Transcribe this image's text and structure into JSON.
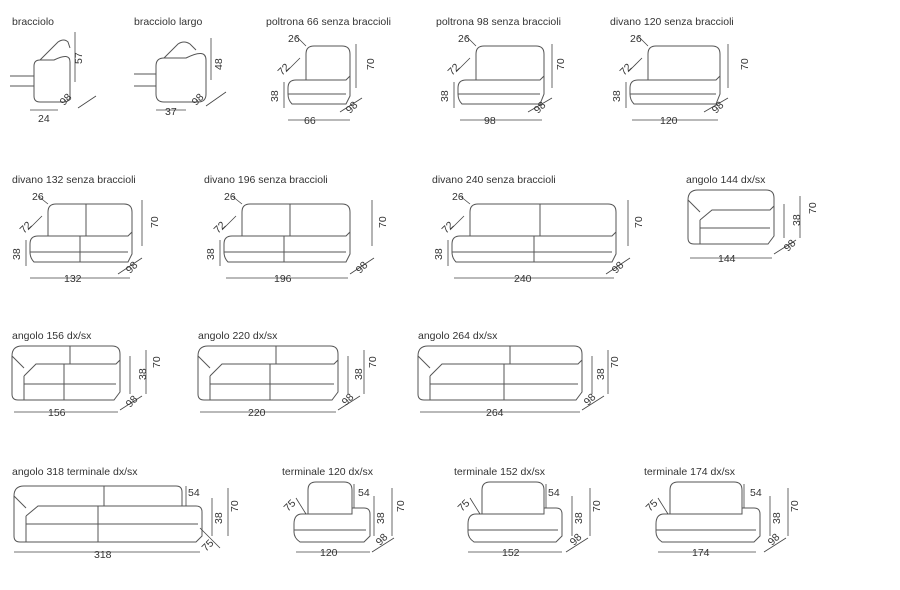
{
  "modules": [
    {
      "name": "bracciolo",
      "dims": {
        "h": "57",
        "d": "98",
        "w": "24"
      }
    },
    {
      "name": "bracciolo largo",
      "dims": {
        "h": "48",
        "d": "98",
        "w": "37"
      }
    },
    {
      "name": "poltrona 66 senza braccioli",
      "dims": {
        "back": "26",
        "depth": "72",
        "seat": "38",
        "h": "70",
        "d": "98",
        "w": "66"
      }
    },
    {
      "name": "poltrona 98 senza braccioli",
      "dims": {
        "back": "26",
        "depth": "72",
        "seat": "38",
        "h": "70",
        "d": "98",
        "w": "98"
      }
    },
    {
      "name": "divano 120 senza braccioli",
      "dims": {
        "back": "26",
        "depth": "72",
        "seat": "38",
        "h": "70",
        "d": "98",
        "w": "120"
      }
    },
    {
      "name": "divano 132 senza braccioli",
      "dims": {
        "back": "26",
        "depth": "72",
        "seat": "38",
        "h": "70",
        "d": "98",
        "w": "132"
      }
    },
    {
      "name": "divano 196 senza braccioli",
      "dims": {
        "back": "26",
        "depth": "72",
        "seat": "38",
        "h": "70",
        "d": "98",
        "w": "196"
      }
    },
    {
      "name": "divano 240 senza braccioli",
      "dims": {
        "back": "26",
        "depth": "72",
        "seat": "38",
        "h": "70",
        "d": "98",
        "w": "240"
      }
    },
    {
      "name": "angolo 144 dx/sx",
      "dims": {
        "seat": "38",
        "h": "70",
        "d": "98",
        "w": "144"
      }
    },
    {
      "name": "angolo 156 dx/sx",
      "dims": {
        "seat": "38",
        "h": "70",
        "d": "98",
        "w": "156"
      }
    },
    {
      "name": "angolo 220 dx/sx",
      "dims": {
        "seat": "38",
        "h": "70",
        "d": "98",
        "w": "220"
      }
    },
    {
      "name": "angolo 264 dx/sx",
      "dims": {
        "seat": "38",
        "h": "70",
        "d": "98",
        "w": "264"
      }
    },
    {
      "name": "angolo 318 terminale dx/sx",
      "dims": {
        "arm": "54",
        "seat": "38",
        "h": "70",
        "d": "75",
        "w": "318"
      }
    },
    {
      "name": "terminale 120 dx/sx",
      "dims": {
        "arm": "54",
        "depth": "75",
        "seat": "38",
        "h": "70",
        "d": "98",
        "w": "120"
      }
    },
    {
      "name": "terminale 152 dx/sx",
      "dims": {
        "arm": "54",
        "depth": "75",
        "seat": "38",
        "h": "70",
        "d": "98",
        "w": "152"
      }
    },
    {
      "name": "terminale 174 dx/sx",
      "dims": {
        "arm": "54",
        "depth": "75",
        "seat": "38",
        "h": "70",
        "d": "98",
        "w": "174"
      }
    }
  ]
}
